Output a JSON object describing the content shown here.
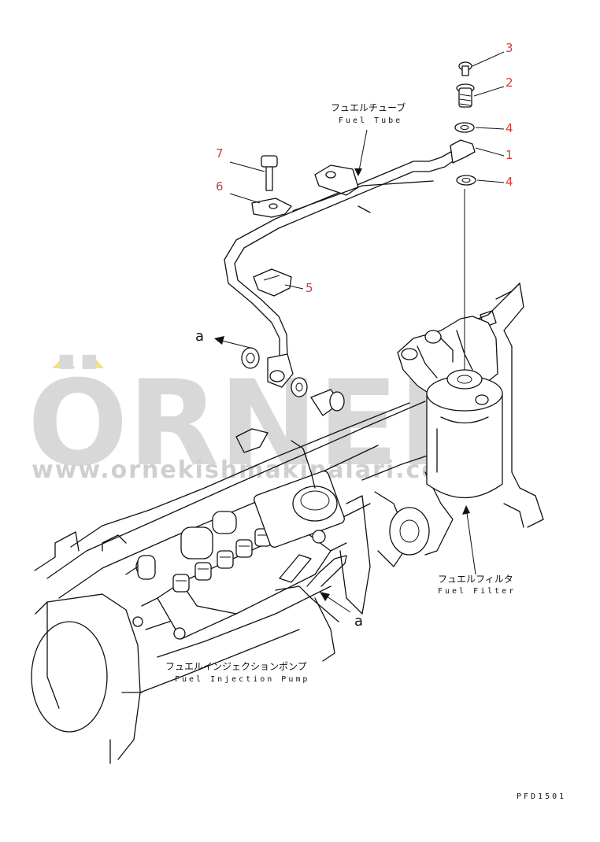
{
  "parts": [
    {
      "num": "1"
    },
    {
      "num": "2"
    },
    {
      "num": "3"
    },
    {
      "num": "4"
    },
    {
      "num": "4"
    },
    {
      "num": "5"
    },
    {
      "num": "6"
    },
    {
      "num": "7"
    }
  ],
  "labels": {
    "fuel_tube_jp": "フュエルチューブ",
    "fuel_tube_en": "Fuel Tube",
    "fuel_filter_jp": "フュエルフィルタ",
    "fuel_filter_en": "Fuel Filter",
    "pump_jp": "フュエルインジェクションポンプ",
    "pump_en": "Fuel Injection Pump"
  },
  "refs": {
    "a_top": "a",
    "a_bottom": "a"
  },
  "drawing_code": "PFD1501",
  "watermark": {
    "brand": "ÖRNEK",
    "url": "www.ornekishmakinalari.com.tr"
  },
  "colors": {
    "part_number": "#d23c3c",
    "watermark": "#d8d8d8",
    "watermark_accent": "#f3e08a"
  }
}
